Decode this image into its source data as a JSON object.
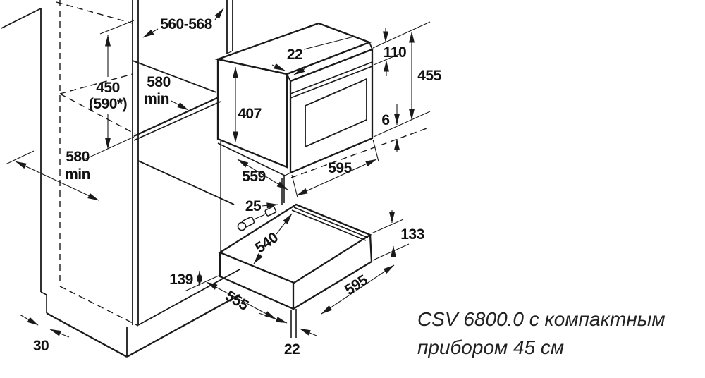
{
  "figure": {
    "caption_line1": "CSV 6800.0 с компактным",
    "caption_line2": "прибором 45 см"
  },
  "dimensions": {
    "niche_width": "560-568",
    "niche_height": "450",
    "niche_height_alt": "(590*)",
    "niche_depth_value": "580",
    "niche_depth_unit": "min",
    "cabinet_depth_value": "580",
    "cabinet_depth_unit": "min",
    "oven_door_thickness": "22",
    "oven_top_band": "110",
    "oven_front_height": "455",
    "oven_body_height": "407",
    "oven_bottom_gap": "6",
    "oven_body_depth": "559",
    "oven_front_width": "595",
    "drawer_back_clearance": "25",
    "drawer_niche_depth": "540",
    "drawer_front_height": "133",
    "plinth_zone_height": "139",
    "drawer_body_depth": "555",
    "drawer_front_width": "595",
    "drawer_panel_thickness": "22",
    "plinth_recess": "30"
  }
}
